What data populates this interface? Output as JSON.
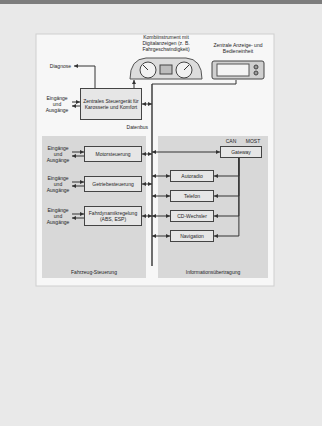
{
  "diagram": {
    "nodes": [
      {
        "text": [
          "Kombiinstrument mit Digitalanzeigen (z. B. Fahrgeschwindigkeit)"
        ]
      },
      {
        "text": [
          "Zentrale Anzeige- und Bedieneinheit"
        ]
      },
      {
        "text": [
          "Zentrales Steuergerät für Karosserie und Komfort"
        ]
      },
      {
        "text": [
          "Fahrzeug-Steuerung"
        ]
      },
      {
        "text": [
          "Motorsteuerung"
        ],
        "in": 3
      },
      {
        "text": [
          "Getriebesteuerung"
        ],
        "in": 3
      },
      {
        "text": [
          "Fahrdynamikregelung (ABS, ESP)"
        ],
        "in": 3
      },
      {
        "text": [
          "Informationsübertragung"
        ]
      },
      {
        "text": [
          "Gateway"
        ],
        "in": 7
      },
      {
        "text": [
          "Autoradio"
        ],
        "in": 7
      },
      {
        "text": [
          "Telefon"
        ],
        "in": 7
      },
      {
        "text": [
          "CD-Wechsler"
        ],
        "in": 7
      },
      {
        "text": [
          "Navigation"
        ],
        "in": 7
      }
    ],
    "edges": [
      {
        "from": 2,
        "to": 0,
        "arrow": "to"
      },
      {
        "from": 8,
        "to": 9,
        "arrow": "to"
      },
      {
        "from": 8,
        "to": 10,
        "arrow": "to"
      },
      {
        "from": 8,
        "to": 11,
        "arrow": "to"
      },
      {
        "from": 8,
        "to": 12,
        "arrow": "to"
      }
    ],
    "labels": [
      "Diagnose",
      "Eingänge und Ausgänge",
      "Datenbus",
      "Eingänge und Ausgänge",
      "Eingänge und Ausgänge",
      "Eingänge und Ausgänge",
      "CAN",
      "MOST"
    ]
  }
}
